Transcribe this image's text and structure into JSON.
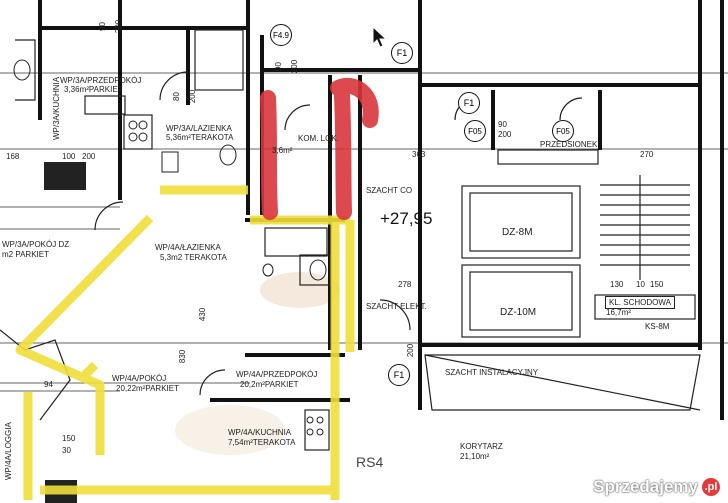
{
  "rooms": {
    "pokoj_top": "WP/3A/PRZEDPOKÓJ",
    "pokoj_top2": "3,36m²PARKIET",
    "lazienka_top": "WP/3A/LAZIENKA",
    "lazienka_top2": "5,36m²TERAKOTA",
    "kuchnia_vert": "WP/3A/KUCHNIA",
    "pokoj_left": "WP/3A/POKÓJ DZ",
    "pokoj_left2": "m2 PARKIET",
    "lazienka_mid": "WP/4A/ŁAZIENKA",
    "lazienka_mid2": "5,3m2 TERAKOTA",
    "pokoj_big": "WP/4A/POKÓJ",
    "pokoj_big2": "20,22m²PARKIET",
    "przedpokoj": "WP/4A/PRZEDPOKÓJ",
    "przedpokoj2": "20,2m²PARKIET",
    "kuchnia_bottom": "WP/4A/KUCHNIA",
    "kuchnia_bottom2": "7,54m²TERAKOTA",
    "kuchnia_left_vert": "WP/4A/LOGGIA",
    "kom_lok": "KOM. LOK.",
    "kom_lok2": "3,6m²"
  },
  "shafts": {
    "szacht_co": "SZACHT CO",
    "szacht_elek": "SZACHT ELEKT.",
    "szacht_inst": "SZACHT INSTALACYJNY",
    "dz8": "DZ-8M",
    "dz10": "DZ-10M",
    "przedsionek": "PRZEDSIONEK",
    "schody": "KL. SCHODOWA",
    "schody2": "16,7m²",
    "ks": "KS-8M",
    "korytarz": "KORYTARZ",
    "korytarz2": "21,10m²"
  },
  "elevation": "+27,95",
  "rs_label": "RS4",
  "dims": [
    "90",
    "200",
    "80",
    "200",
    "90",
    "200",
    "90",
    "200",
    "363",
    "270",
    "130",
    "10",
    "150",
    "278",
    "430",
    "830",
    "94",
    "150",
    "30",
    "200",
    "168",
    "100",
    "200"
  ],
  "door_tags": [
    "F1",
    "F1",
    "F1",
    "F05",
    "F05",
    "F4.9"
  ],
  "watermark": {
    "text": "Sprzedajemy",
    "suffix": ".pl"
  },
  "colors": {
    "yellow": "#f0de3a",
    "red": "#d9363c",
    "ink": "#111111"
  }
}
